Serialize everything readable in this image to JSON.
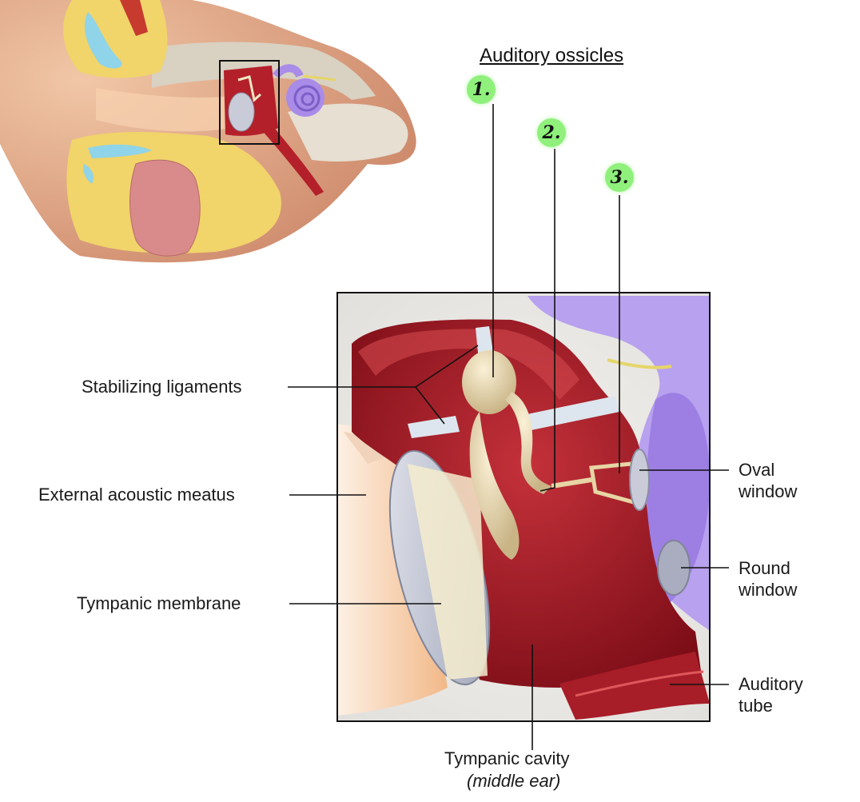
{
  "title": "Auditory ossicles",
  "markers": [
    {
      "id": "marker-1",
      "text": "1."
    },
    {
      "id": "marker-2",
      "text": "2."
    },
    {
      "id": "marker-3",
      "text": "3."
    }
  ],
  "labels": {
    "stabilizing_ligaments": "Stabilizing ligaments",
    "external_acoustic_meatus": "External acoustic meatus",
    "tympanic_membrane": "Tympanic membrane",
    "oval_window_line1": "Oval",
    "oval_window_line2": "window",
    "round_window_line1": "Round",
    "round_window_line2": "window",
    "auditory_tube_line1": "Auditory",
    "auditory_tube_line2": "tube",
    "tympanic_cavity_line1": "Tympanic cavity",
    "tympanic_cavity_line2": "(middle ear)"
  },
  "colors": {
    "tissue_red": "#b3202a",
    "tissue_dark": "#7e0f18",
    "bone_tan": "#e8d8b0",
    "cochlea_purple": "#a98be8",
    "membrane_grey": "#c9ccd8",
    "skin": "#e7b08c",
    "fat_yellow": "#f1d46a",
    "marker_green": "#8ff07c"
  }
}
